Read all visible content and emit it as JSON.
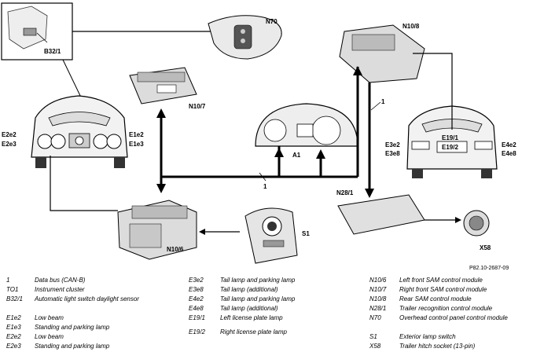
{
  "diagram": {
    "labels": {
      "b32_1": "B32/1",
      "n70": "N70",
      "n10_8": "N10/8",
      "n10_7": "N10/7",
      "e2e2": "E2e2",
      "e2e3": "E2e3",
      "e1e2": "E1e2",
      "e1e3": "E1e3",
      "a1": "A1",
      "bus_1a": "1",
      "bus_1b": "1",
      "e3e2": "E3e2",
      "e3e8": "E3e8",
      "e19_1": "E19/1",
      "e19_2": "E19/2",
      "e4e2": "E4e2",
      "e4e8": "E4e8",
      "n28_1": "N28/1",
      "n10_6": "N10/6",
      "s1": "S1",
      "x58": "X58",
      "figure_ref": "P82.10-2687-09"
    }
  },
  "legend": {
    "col1": [
      {
        "code": "1",
        "desc": "Data bus (CAN-B)"
      },
      {
        "code": "TO1",
        "desc": "Instrument cluster"
      },
      {
        "code": "B32/1",
        "desc": "Automatic light switch daylight sensor"
      },
      {
        "code": "E1e2",
        "desc": "Low beam"
      },
      {
        "code": "E1e3",
        "desc": "Standing and parking lamp"
      },
      {
        "code": "E2e2",
        "desc": "Low beam"
      },
      {
        "code": "E2e3",
        "desc": "Standing and parking lamp"
      }
    ],
    "col2": [
      {
        "code": "E3e2",
        "desc": "Tail lamp and parking lamp"
      },
      {
        "code": "E3e8",
        "desc": "Tail lamp (additional)"
      },
      {
        "code": "E4e2",
        "desc": "Tail lamp and parking lamp"
      },
      {
        "code": "E4e8",
        "desc": "Tail lamp (additional)"
      },
      {
        "code": "E19/1",
        "desc": "Left license plate lamp"
      },
      {
        "code": "E19/2",
        "desc": "Right license plate lamp"
      }
    ],
    "col3": [
      {
        "code": "N10/6",
        "desc": "Left front SAM control module"
      },
      {
        "code": "N10/7",
        "desc": "Right front SAM control module"
      },
      {
        "code": "N10/8",
        "desc": "Rear SAM control module"
      },
      {
        "code": "N28/1",
        "desc": "Trailer recognition control module"
      },
      {
        "code": "N70",
        "desc": "Overhead control panel control module"
      },
      {
        "code": "S1",
        "desc": "Exterior lamp switch"
      },
      {
        "code": "X58",
        "desc": "Trailer hitch socket (13-pin)"
      }
    ]
  }
}
